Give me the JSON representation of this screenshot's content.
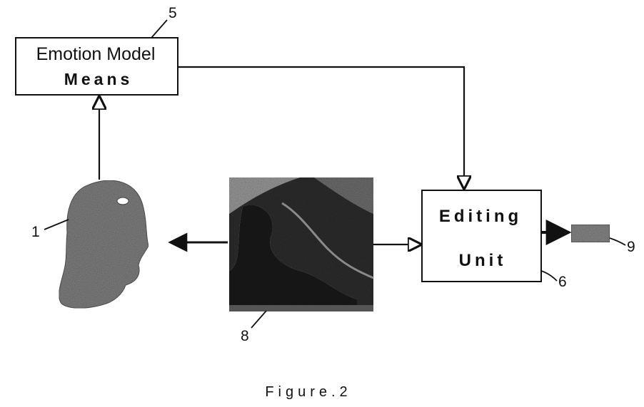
{
  "figure": {
    "caption": "Figure.2",
    "emotion_box": {
      "line1": "Emotion Model",
      "line2": "Means",
      "ref": "5"
    },
    "editing_box": {
      "line1": "Editing",
      "line2": "Unit",
      "ref": "6"
    },
    "head": {
      "ref": "1"
    },
    "photo": {
      "ref": "8"
    },
    "output": {
      "ref": "9"
    }
  }
}
